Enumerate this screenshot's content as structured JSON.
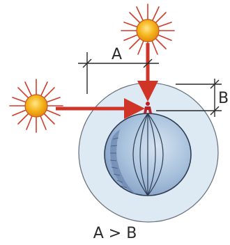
{
  "labels": {
    "a": "A",
    "b": "B",
    "caption": "A > B"
  },
  "colors": {
    "sun_core": "#f6b51c",
    "sun_ray": "#d23a2a",
    "arrow": "#cf3427",
    "atmosphere": "#dde9f3",
    "globe": "#a9c2dd",
    "globe_shadow": "#7f9cc2",
    "ink": "#2a2a2a",
    "person": "#b92027"
  },
  "icons": {
    "sun_top": "sun-icon",
    "sun_left": "sun-icon",
    "observer": "person-icon"
  }
}
